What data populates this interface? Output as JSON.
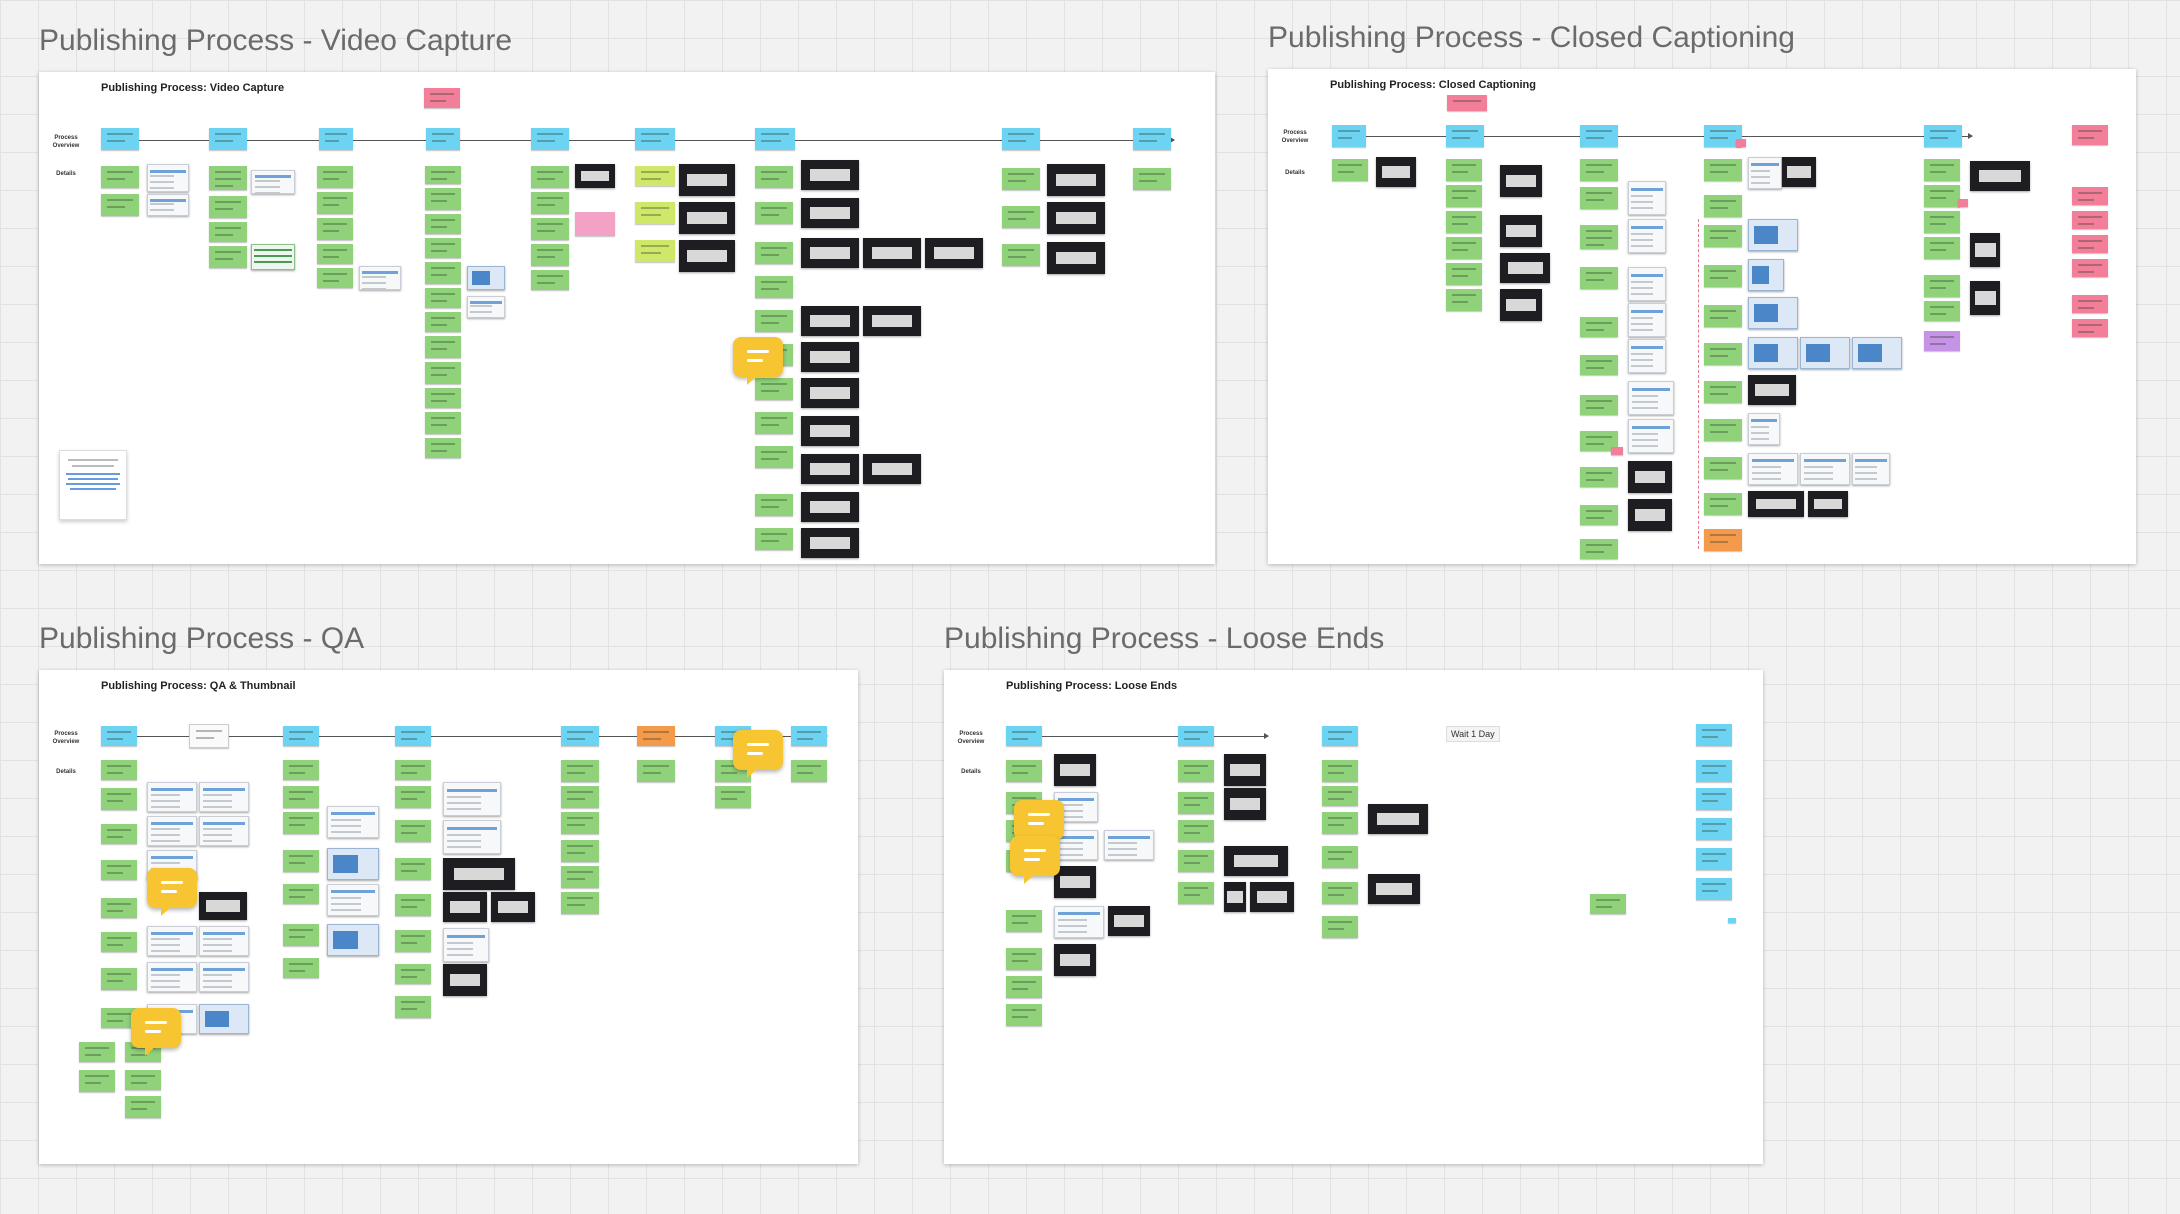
{
  "frames": {
    "video_capture": {
      "heading": "Publishing Process - Video Capture",
      "board_title": "Publishing Process: Video Capture"
    },
    "closed_captioning": {
      "heading": "Publishing Process - Closed Captioning",
      "board_title": "Publishing Process: Closed Captioning"
    },
    "qa": {
      "heading": "Publishing Process - QA",
      "board_title": "Publishing Process: QA & Thumbnail"
    },
    "loose_ends": {
      "heading": "Publishing Process - Loose Ends",
      "board_title": "Publishing Process: Loose Ends",
      "day_label": "Wait 1 Day"
    }
  },
  "lanes": {
    "overview": "Process Overview",
    "details": "Details"
  },
  "colors": {
    "process_step": "#6cd3f2",
    "detail": "#8fd27a",
    "note": "#f27e9a",
    "warning": "#f59a4a",
    "comment": "#f7c531"
  },
  "icons": {
    "comment": "comment-bubble-icon"
  }
}
